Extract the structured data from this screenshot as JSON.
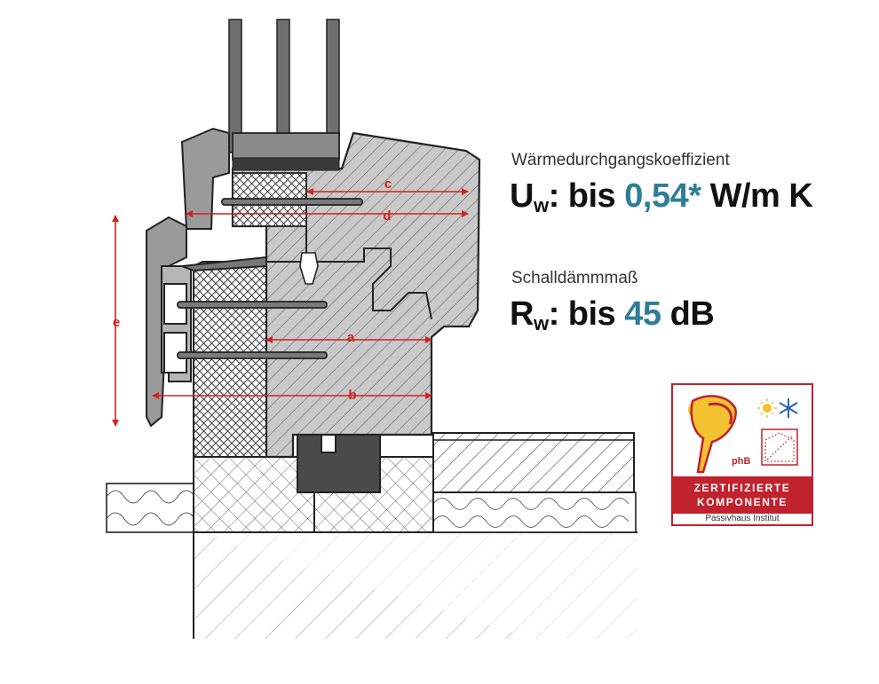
{
  "dimensions": {
    "a": "a",
    "b": "b",
    "c": "c",
    "d": "d",
    "e": "e"
  },
  "thermal": {
    "label": "Wärmedurchgangskoeffizient",
    "symbol": "U",
    "subscript": "w",
    "prefix": ": bis ",
    "value": "0,54*",
    "unit": " W/m K"
  },
  "acoustic": {
    "label": "Schalldämmmaß",
    "symbol": "R",
    "subscript": "w",
    "prefix": ": bis ",
    "value": "45",
    "unit": " dB"
  },
  "badge": {
    "mark": "phB",
    "line1": "ZERTIFIZIERTE",
    "line2": "KOMPONENTE",
    "institute": "Passivhaus Institut"
  },
  "colors": {
    "accent": "#2f7d96",
    "dimension": "#d42020",
    "badge_red": "#c0222e"
  }
}
